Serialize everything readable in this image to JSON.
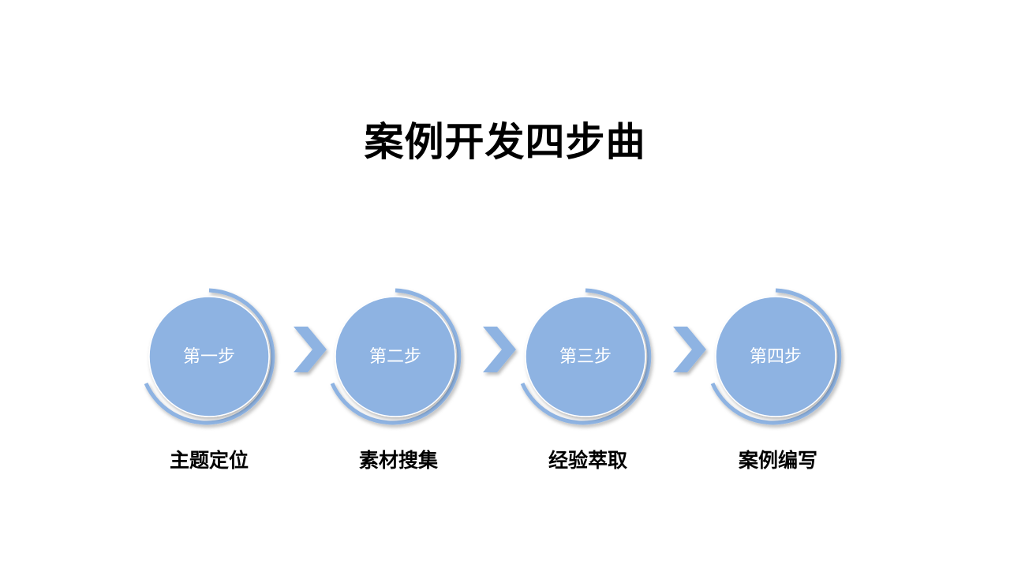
{
  "title": "案例开发四步曲",
  "colors": {
    "circle_fill": "#8eb3e2",
    "ring": "#8eb3e2",
    "arrow": "#8eb3e2",
    "label_text": "#ffffff",
    "name_text": "#000000"
  },
  "steps": [
    {
      "label": "第一步",
      "name": "主题定位"
    },
    {
      "label": "第二步",
      "name": "素材搜集"
    },
    {
      "label": "第三步",
      "name": "经验萃取"
    },
    {
      "label": "第四步",
      "name": "案例编写"
    }
  ],
  "arrows": [
    {
      "icon": "chevron-right-icon"
    },
    {
      "icon": "chevron-right-icon"
    },
    {
      "icon": "chevron-right-icon"
    }
  ]
}
